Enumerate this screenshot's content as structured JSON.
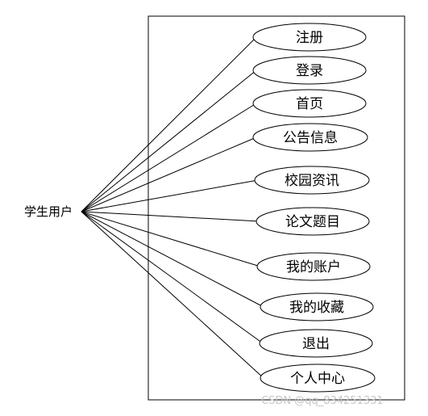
{
  "actor": {
    "label": "学生用户"
  },
  "use_cases": [
    {
      "label": "注册"
    },
    {
      "label": "登录"
    },
    {
      "label": "首页"
    },
    {
      "label": "公告信息"
    },
    {
      "label": "校园资讯"
    },
    {
      "label": "论文题目"
    },
    {
      "label": "我的账户"
    },
    {
      "label": "我的收藏"
    },
    {
      "label": "退出"
    },
    {
      "label": "个人中心"
    }
  ],
  "watermark": {
    "text": "CSDN @qq_834251331"
  }
}
